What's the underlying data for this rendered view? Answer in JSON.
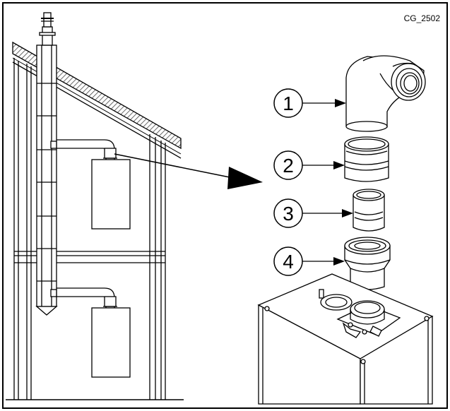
{
  "figure": {
    "code": "CG_2502",
    "callouts": [
      {
        "number": "1",
        "part": "elbow"
      },
      {
        "number": "2",
        "part": "adapter"
      },
      {
        "number": "3",
        "part": "inner-pipe-adapter"
      },
      {
        "number": "4",
        "part": "boiler-flue-adapter"
      }
    ]
  },
  "colors": {
    "stroke": "#000000",
    "fill": "#ffffff",
    "hatch": "#555555"
  }
}
